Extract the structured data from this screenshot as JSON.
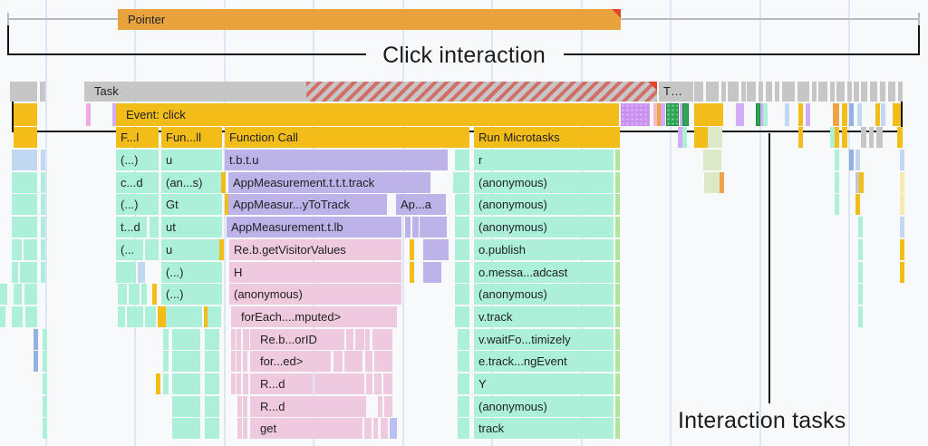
{
  "palette": {
    "yellow": "#F3BD19",
    "orange": "#E8A33D",
    "gray": "#C6C6C7",
    "teal": "#ACF0DA",
    "purple": "#BDB3E9",
    "pink": "#EFCADF",
    "palegreen": "#DCE9C6",
    "greenstrip": "#B0E69B",
    "green": "#2EA757",
    "lavender": "#CB90F1",
    "lavthin": "#D2ACF6",
    "magenta": "#F0A9E2",
    "lightblue": "#C2D8F2",
    "blue": "#93B2E3",
    "periwinkle": "#B9BFF0",
    "paleyellow": "#F7E9B0",
    "orangethin": "#EFA348",
    "pinkthin": "#F4B8CF",
    "background": "#F8F9FB",
    "gridline": "#DCE6F4",
    "annotation_black": "#141414",
    "long_task_red": "#E4442C"
  },
  "grid": {
    "xs": [
      50,
      148,
      247,
      345,
      444,
      542,
      641,
      739,
      838,
      936
    ]
  },
  "annotations": {
    "click_interaction_label": "Click interaction",
    "interaction_tasks_label": "Interaction tasks"
  },
  "bar_fields": [
    "x",
    "y",
    "w",
    "h",
    "color",
    "label",
    "class"
  ],
  "bars": [
    [
      130,
      10,
      555,
      23,
      "orange",
      "Pointer",
      "pad flag"
    ],
    [
      11,
      90,
      30,
      22,
      "gray"
    ],
    [
      44,
      90,
      6,
      22,
      "gray"
    ],
    [
      93,
      90,
      245,
      22,
      "gray",
      "Task",
      "pad"
    ],
    [
      338,
      90,
      387,
      22,
      "gray",
      "",
      "hatch flag"
    ],
    [
      727,
      90,
      38,
      22,
      "gray",
      "T…"
    ],
    [
      766,
      90,
      10,
      22,
      "gray"
    ],
    [
      779,
      90,
      14,
      22,
      "gray"
    ],
    [
      796,
      90,
      5,
      22,
      "gray"
    ],
    [
      803,
      90,
      12,
      22,
      "gray"
    ],
    [
      818,
      90,
      4,
      22,
      "gray"
    ],
    [
      824,
      90,
      10,
      22,
      "gray"
    ],
    [
      837,
      90,
      5,
      22,
      "gray"
    ],
    [
      845,
      90,
      7,
      22,
      "gray"
    ],
    [
      855,
      90,
      5,
      22,
      "gray"
    ],
    [
      863,
      90,
      14,
      22,
      "gray"
    ],
    [
      880,
      90,
      13,
      22,
      "gray"
    ],
    [
      896,
      90,
      5,
      22,
      "gray"
    ],
    [
      903,
      90,
      10,
      22,
      "gray"
    ],
    [
      916,
      90,
      5,
      22,
      "gray"
    ],
    [
      923,
      90,
      9,
      22,
      "gray"
    ],
    [
      935,
      90,
      5,
      22,
      "gray"
    ],
    [
      942,
      90,
      6,
      22,
      "gray"
    ],
    [
      950,
      90,
      7,
      22,
      "gray"
    ],
    [
      960,
      90,
      8,
      22,
      "gray"
    ],
    [
      971,
      90,
      6,
      22,
      "gray"
    ],
    [
      980,
      90,
      8,
      22,
      "gray"
    ],
    [
      991,
      90,
      5,
      22,
      "gray"
    ],
    [
      15,
      114,
      26,
      25,
      "yellow"
    ],
    [
      95,
      114,
      3,
      25,
      "magenta"
    ],
    [
      124,
      114,
      3,
      25,
      "lavthin"
    ],
    [
      128,
      114,
      555,
      25,
      "yellow",
      "Event: click",
      "pad"
    ],
    [
      685,
      114,
      32,
      25,
      "lavender",
      "",
      "dotted"
    ],
    [
      721,
      114,
      3,
      25,
      "pinkthin"
    ],
    [
      725,
      114,
      3,
      25,
      "orangethin"
    ],
    [
      729,
      114,
      3,
      25,
      "lavthin"
    ],
    [
      735,
      114,
      14,
      25,
      "green",
      "",
      "dotted green-border"
    ],
    [
      750,
      114,
      3,
      25,
      "lavthin"
    ],
    [
      753,
      114,
      7,
      25,
      "green",
      "",
      "green-border"
    ],
    [
      766,
      114,
      32,
      25,
      "yellow"
    ],
    [
      812,
      114,
      3,
      25,
      "lavthin"
    ],
    [
      816,
      114,
      3,
      25,
      "lavthin"
    ],
    [
      834,
      114,
      4,
      25,
      "green",
      "",
      "green-border"
    ],
    [
      839,
      114,
      3,
      25,
      "lavthin"
    ],
    [
      842,
      114,
      3,
      25,
      "teal"
    ],
    [
      866,
      114,
      3,
      25,
      "lightblue"
    ],
    [
      881,
      114,
      4,
      25,
      "yellow"
    ],
    [
      889,
      114,
      3,
      25,
      "lavthin"
    ],
    [
      919,
      114,
      7,
      25,
      "orangethin"
    ],
    [
      929,
      114,
      6,
      25,
      "yellow"
    ],
    [
      937,
      114,
      3,
      25,
      "blue"
    ],
    [
      946,
      114,
      4,
      25,
      "lightblue"
    ],
    [
      966,
      114,
      4,
      25,
      "yellow"
    ],
    [
      972,
      114,
      4,
      25,
      "lightblue"
    ],
    [
      985,
      114,
      9,
      25,
      "yellow"
    ],
    [
      15,
      140,
      26,
      23,
      "yellow"
    ],
    [
      128,
      140,
      47,
      23,
      "yellow",
      "F...l"
    ],
    [
      178,
      140,
      67,
      23,
      "yellow",
      "Fun...ll"
    ],
    [
      248,
      140,
      270,
      23,
      "yellow",
      "Function Call"
    ],
    [
      523,
      140,
      154,
      23,
      "yellow",
      "Run Microtasks"
    ],
    [
      674,
      140,
      3,
      23,
      "yellow"
    ],
    [
      679,
      140,
      5,
      23,
      "yellow"
    ],
    [
      748,
      140,
      3,
      23,
      "lavthin"
    ],
    [
      753,
      140,
      3,
      23,
      "teal"
    ],
    [
      766,
      140,
      15,
      23,
      "yellow"
    ],
    [
      781,
      140,
      16,
      23,
      "palegreen"
    ],
    [
      881,
      140,
      4,
      23,
      "yellow"
    ],
    [
      916,
      140,
      3,
      23,
      "teal"
    ],
    [
      921,
      140,
      4,
      23,
      "yellow"
    ],
    [
      929,
      140,
      6,
      23,
      "yellow"
    ],
    [
      950,
      140,
      6,
      23,
      "gray"
    ],
    [
      959,
      140,
      4,
      23,
      "gray"
    ],
    [
      967,
      140,
      7,
      23,
      "gray"
    ],
    [
      990,
      140,
      6,
      23,
      "yellow"
    ],
    [
      13,
      165,
      28,
      23,
      "lightblue"
    ],
    [
      45,
      165,
      4,
      23,
      "lightblue"
    ],
    [
      128,
      165,
      47,
      23,
      "teal",
      "(...)"
    ],
    [
      178,
      165,
      67,
      23,
      "teal",
      "u"
    ],
    [
      248,
      165,
      246,
      23,
      "purple",
      "t.b.t.u"
    ],
    [
      502,
      165,
      16,
      23,
      "teal"
    ],
    [
      523,
      165,
      154,
      23,
      "teal",
      "r"
    ],
    [
      679,
      165,
      4,
      23,
      "greenstrip"
    ],
    [
      776,
      165,
      20,
      23,
      "palegreen"
    ],
    [
      921,
      165,
      3,
      23,
      "teal"
    ],
    [
      937,
      165,
      3,
      23,
      "blue"
    ],
    [
      944,
      165,
      4,
      23,
      "lightblue"
    ],
    [
      993,
      165,
      3,
      23,
      "lightblue"
    ],
    [
      13,
      190,
      28,
      23,
      "teal"
    ],
    [
      45,
      190,
      4,
      23,
      "teal"
    ],
    [
      128,
      190,
      47,
      23,
      "teal",
      "c...d"
    ],
    [
      178,
      190,
      67,
      23,
      "teal",
      "(an...s)"
    ],
    [
      244,
      190,
      3,
      23,
      "yellow"
    ],
    [
      252,
      190,
      223,
      23,
      "purple",
      "AppMeasurement.t.t.t.track"
    ],
    [
      500,
      190,
      18,
      23,
      "teal"
    ],
    [
      523,
      190,
      154,
      23,
      "teal",
      "(anonymous)"
    ],
    [
      679,
      190,
      4,
      23,
      "greenstrip"
    ],
    [
      777,
      190,
      17,
      23,
      "palegreen"
    ],
    [
      794,
      190,
      3,
      23,
      "orangethin"
    ],
    [
      921,
      190,
      3,
      23,
      "teal"
    ],
    [
      944,
      190,
      3,
      23,
      "gray"
    ],
    [
      948,
      190,
      3,
      23,
      "yellow"
    ],
    [
      993,
      190,
      3,
      23,
      "paleyellow"
    ],
    [
      13,
      214,
      28,
      23,
      "teal"
    ],
    [
      45,
      214,
      4,
      23,
      "teal"
    ],
    [
      128,
      214,
      47,
      23,
      "teal",
      "(...)"
    ],
    [
      178,
      214,
      67,
      23,
      "teal",
      "Gt"
    ],
    [
      248,
      214,
      3,
      23,
      "yellow"
    ],
    [
      252,
      214,
      175,
      23,
      "purple",
      "AppMeasur...yToTrack"
    ],
    [
      437,
      214,
      55,
      23,
      "purple",
      "Ap...a"
    ],
    [
      502,
      214,
      16,
      23,
      "teal"
    ],
    [
      523,
      214,
      154,
      23,
      "teal",
      "(anonymous)"
    ],
    [
      679,
      214,
      4,
      23,
      "greenstrip"
    ],
    [
      921,
      214,
      3,
      23,
      "teal"
    ],
    [
      944,
      214,
      4,
      23,
      "yellow"
    ],
    [
      993,
      214,
      3,
      23,
      "paleyellow"
    ],
    [
      13,
      239,
      28,
      23,
      "teal"
    ],
    [
      45,
      239,
      4,
      23,
      "teal"
    ],
    [
      128,
      239,
      34,
      23,
      "teal",
      "t...d"
    ],
    [
      165,
      239,
      10,
      23,
      "teal"
    ],
    [
      178,
      239,
      67,
      23,
      "teal",
      "ut"
    ],
    [
      250,
      239,
      193,
      23,
      "purple",
      "AppMeasurement.t.lb"
    ],
    [
      447,
      239,
      6,
      23,
      "purple"
    ],
    [
      455,
      239,
      7,
      23,
      "purple"
    ],
    [
      463,
      239,
      30,
      23,
      "purple"
    ],
    [
      502,
      239,
      16,
      23,
      "teal"
    ],
    [
      523,
      239,
      154,
      23,
      "teal",
      "(anonymous)"
    ],
    [
      679,
      239,
      4,
      23,
      "greenstrip"
    ],
    [
      947,
      239,
      3,
      23,
      "teal"
    ],
    [
      993,
      239,
      3,
      23,
      "lightblue"
    ],
    [
      13,
      264,
      11,
      23,
      "teal"
    ],
    [
      26,
      264,
      15,
      23,
      "teal"
    ],
    [
      45,
      264,
      4,
      23,
      "teal"
    ],
    [
      128,
      264,
      30,
      23,
      "teal",
      "(..."
    ],
    [
      160,
      264,
      15,
      23,
      "teal"
    ],
    [
      178,
      264,
      67,
      23,
      "teal",
      "u"
    ],
    [
      242,
      264,
      4,
      23,
      "yellow"
    ],
    [
      253,
      264,
      190,
      23,
      "pink",
      "Re.b.getVisitorValues"
    ],
    [
      452,
      264,
      5,
      23,
      "yellow"
    ],
    [
      467,
      264,
      28,
      23,
      "purple"
    ],
    [
      502,
      264,
      16,
      23,
      "teal"
    ],
    [
      523,
      264,
      154,
      23,
      "teal",
      "o.publish"
    ],
    [
      679,
      264,
      4,
      23,
      "greenstrip"
    ],
    [
      947,
      264,
      3,
      23,
      "teal"
    ],
    [
      993,
      264,
      5,
      23,
      "yellow"
    ],
    [
      13,
      289,
      7,
      23,
      "teal"
    ],
    [
      22,
      289,
      19,
      23,
      "teal"
    ],
    [
      45,
      289,
      4,
      23,
      "teal"
    ],
    [
      128,
      289,
      22,
      23,
      "teal"
    ],
    [
      152,
      289,
      8,
      23,
      "lightblue"
    ],
    [
      178,
      289,
      67,
      23,
      "teal",
      "(...)"
    ],
    [
      253,
      289,
      190,
      23,
      "pink",
      "H"
    ],
    [
      452,
      289,
      4,
      23,
      "yellow"
    ],
    [
      467,
      289,
      20,
      23,
      "purple"
    ],
    [
      502,
      289,
      16,
      23,
      "teal"
    ],
    [
      523,
      289,
      154,
      23,
      "teal",
      "o.messa...adcast"
    ],
    [
      679,
      289,
      4,
      23,
      "greenstrip"
    ],
    [
      947,
      289,
      3,
      23,
      "teal"
    ],
    [
      993,
      289,
      5,
      23,
      "yellow"
    ],
    [
      0,
      313,
      8,
      23,
      "teal"
    ],
    [
      15,
      313,
      9,
      23,
      "teal"
    ],
    [
      27,
      313,
      14,
      23,
      "teal"
    ],
    [
      130,
      313,
      10,
      23,
      "teal"
    ],
    [
      142,
      313,
      12,
      23,
      "teal"
    ],
    [
      156,
      313,
      6,
      23,
      "teal"
    ],
    [
      168,
      313,
      3,
      23,
      "yellow"
    ],
    [
      178,
      313,
      67,
      23,
      "teal",
      "(...)"
    ],
    [
      253,
      313,
      190,
      23,
      "pink",
      "(anonymous)"
    ],
    [
      502,
      313,
      16,
      23,
      "teal"
    ],
    [
      523,
      313,
      154,
      23,
      "teal",
      "(anonymous)"
    ],
    [
      679,
      313,
      4,
      23,
      "greenstrip"
    ],
    [
      947,
      313,
      3,
      23,
      "teal"
    ],
    [
      0,
      338,
      6,
      23,
      "teal"
    ],
    [
      13,
      338,
      12,
      23,
      "teal"
    ],
    [
      28,
      338,
      13,
      23,
      "teal"
    ],
    [
      130,
      338,
      8,
      23,
      "teal"
    ],
    [
      140,
      338,
      18,
      23,
      "teal"
    ],
    [
      160,
      338,
      12,
      23,
      "teal"
    ],
    [
      174,
      338,
      3,
      23,
      "yellow"
    ],
    [
      178,
      338,
      3,
      23,
      "yellow"
    ],
    [
      183,
      338,
      40,
      23,
      "teal"
    ],
    [
      225,
      338,
      3,
      23,
      "yellow"
    ],
    [
      229,
      338,
      15,
      23,
      "teal"
    ],
    [
      255,
      338,
      183,
      23,
      "pink",
      "forEach....mputed>",
      "pad"
    ],
    [
      502,
      338,
      16,
      23,
      "teal"
    ],
    [
      523,
      338,
      154,
      23,
      "teal",
      "v.track"
    ],
    [
      679,
      338,
      4,
      23,
      "greenstrip"
    ],
    [
      947,
      338,
      3,
      23,
      "teal"
    ],
    [
      37,
      363,
      3,
      23,
      "blue"
    ],
    [
      47,
      363,
      3,
      23,
      "teal"
    ],
    [
      180,
      363,
      6,
      23,
      "teal"
    ],
    [
      190,
      363,
      31,
      23,
      "teal"
    ],
    [
      226,
      363,
      16,
      23,
      "teal"
    ],
    [
      255,
      363,
      5,
      23,
      "pink"
    ],
    [
      261,
      363,
      5,
      23,
      "pink"
    ],
    [
      268,
      363,
      7,
      23,
      "pink"
    ],
    [
      276,
      363,
      104,
      23,
      "pink",
      "Re.b...orID",
      "pad"
    ],
    [
      382,
      363,
      8,
      23,
      "pink"
    ],
    [
      392,
      363,
      10,
      23,
      "pink"
    ],
    [
      403,
      363,
      5,
      23,
      "pink"
    ],
    [
      411,
      363,
      22,
      23,
      "pink"
    ],
    [
      505,
      363,
      13,
      23,
      "teal"
    ],
    [
      523,
      363,
      154,
      23,
      "teal",
      "v.waitFo...timizely"
    ],
    [
      679,
      363,
      4,
      23,
      "greenstrip"
    ],
    [
      37,
      387,
      3,
      23,
      "blue"
    ],
    [
      47,
      387,
      3,
      23,
      "teal"
    ],
    [
      180,
      387,
      6,
      23,
      "teal"
    ],
    [
      190,
      387,
      31,
      23,
      "teal"
    ],
    [
      226,
      387,
      16,
      23,
      "teal"
    ],
    [
      255,
      387,
      5,
      23,
      "pink"
    ],
    [
      261,
      387,
      5,
      23,
      "pink"
    ],
    [
      268,
      387,
      5,
      23,
      "pink"
    ],
    [
      276,
      387,
      89,
      23,
      "pink",
      "for...ed>",
      "pad"
    ],
    [
      368,
      387,
      10,
      23,
      "pink"
    ],
    [
      380,
      387,
      20,
      23,
      "pink"
    ],
    [
      403,
      387,
      8,
      23,
      "pink"
    ],
    [
      413,
      387,
      20,
      23,
      "pink"
    ],
    [
      505,
      387,
      13,
      23,
      "teal"
    ],
    [
      523,
      387,
      154,
      23,
      "teal",
      "e.track...ngEvent"
    ],
    [
      679,
      387,
      4,
      23,
      "greenstrip"
    ],
    [
      47,
      412,
      3,
      23,
      "teal"
    ],
    [
      172,
      412,
      3,
      23,
      "yellow"
    ],
    [
      180,
      412,
      6,
      23,
      "teal"
    ],
    [
      190,
      412,
      31,
      23,
      "teal"
    ],
    [
      226,
      412,
      16,
      23,
      "teal"
    ],
    [
      255,
      412,
      5,
      23,
      "pink"
    ],
    [
      261,
      412,
      5,
      23,
      "pink"
    ],
    [
      268,
      412,
      6,
      23,
      "pink"
    ],
    [
      276,
      412,
      69,
      23,
      "pink",
      "R...d",
      "pad"
    ],
    [
      347,
      412,
      55,
      23,
      "pink"
    ],
    [
      404,
      412,
      7,
      23,
      "pink"
    ],
    [
      413,
      412,
      8,
      23,
      "pink"
    ],
    [
      423,
      412,
      10,
      23,
      "pink"
    ],
    [
      505,
      412,
      13,
      23,
      "teal"
    ],
    [
      523,
      412,
      154,
      23,
      "teal",
      "Y"
    ],
    [
      679,
      412,
      4,
      23,
      "greenstrip"
    ],
    [
      47,
      437,
      3,
      23,
      "teal"
    ],
    [
      190,
      437,
      31,
      23,
      "teal"
    ],
    [
      226,
      437,
      16,
      23,
      "teal"
    ],
    [
      262,
      437,
      4,
      23,
      "pink"
    ],
    [
      268,
      437,
      5,
      23,
      "pink"
    ],
    [
      276,
      437,
      128,
      23,
      "pink",
      "R...d",
      "pad"
    ],
    [
      417,
      437,
      5,
      23,
      "pink"
    ],
    [
      424,
      437,
      9,
      23,
      "pink"
    ],
    [
      505,
      437,
      13,
      23,
      "teal"
    ],
    [
      523,
      437,
      154,
      23,
      "teal",
      "(anonymous)"
    ],
    [
      679,
      437,
      4,
      23,
      "greenstrip"
    ],
    [
      47,
      461,
      3,
      23,
      "teal"
    ],
    [
      190,
      461,
      31,
      23,
      "teal"
    ],
    [
      226,
      461,
      16,
      23,
      "teal"
    ],
    [
      262,
      461,
      4,
      23,
      "pink"
    ],
    [
      268,
      461,
      5,
      23,
      "pink"
    ],
    [
      276,
      461,
      124,
      23,
      "pink",
      "get",
      "pad"
    ],
    [
      402,
      461,
      8,
      23,
      "pink"
    ],
    [
      412,
      461,
      5,
      23,
      "pink"
    ],
    [
      420,
      461,
      8,
      23,
      "pink"
    ],
    [
      430,
      461,
      8,
      23,
      "periwinkle"
    ],
    [
      505,
      461,
      13,
      23,
      "teal"
    ],
    [
      523,
      461,
      154,
      23,
      "teal",
      "track"
    ],
    [
      679,
      461,
      4,
      23,
      "greenstrip"
    ]
  ]
}
